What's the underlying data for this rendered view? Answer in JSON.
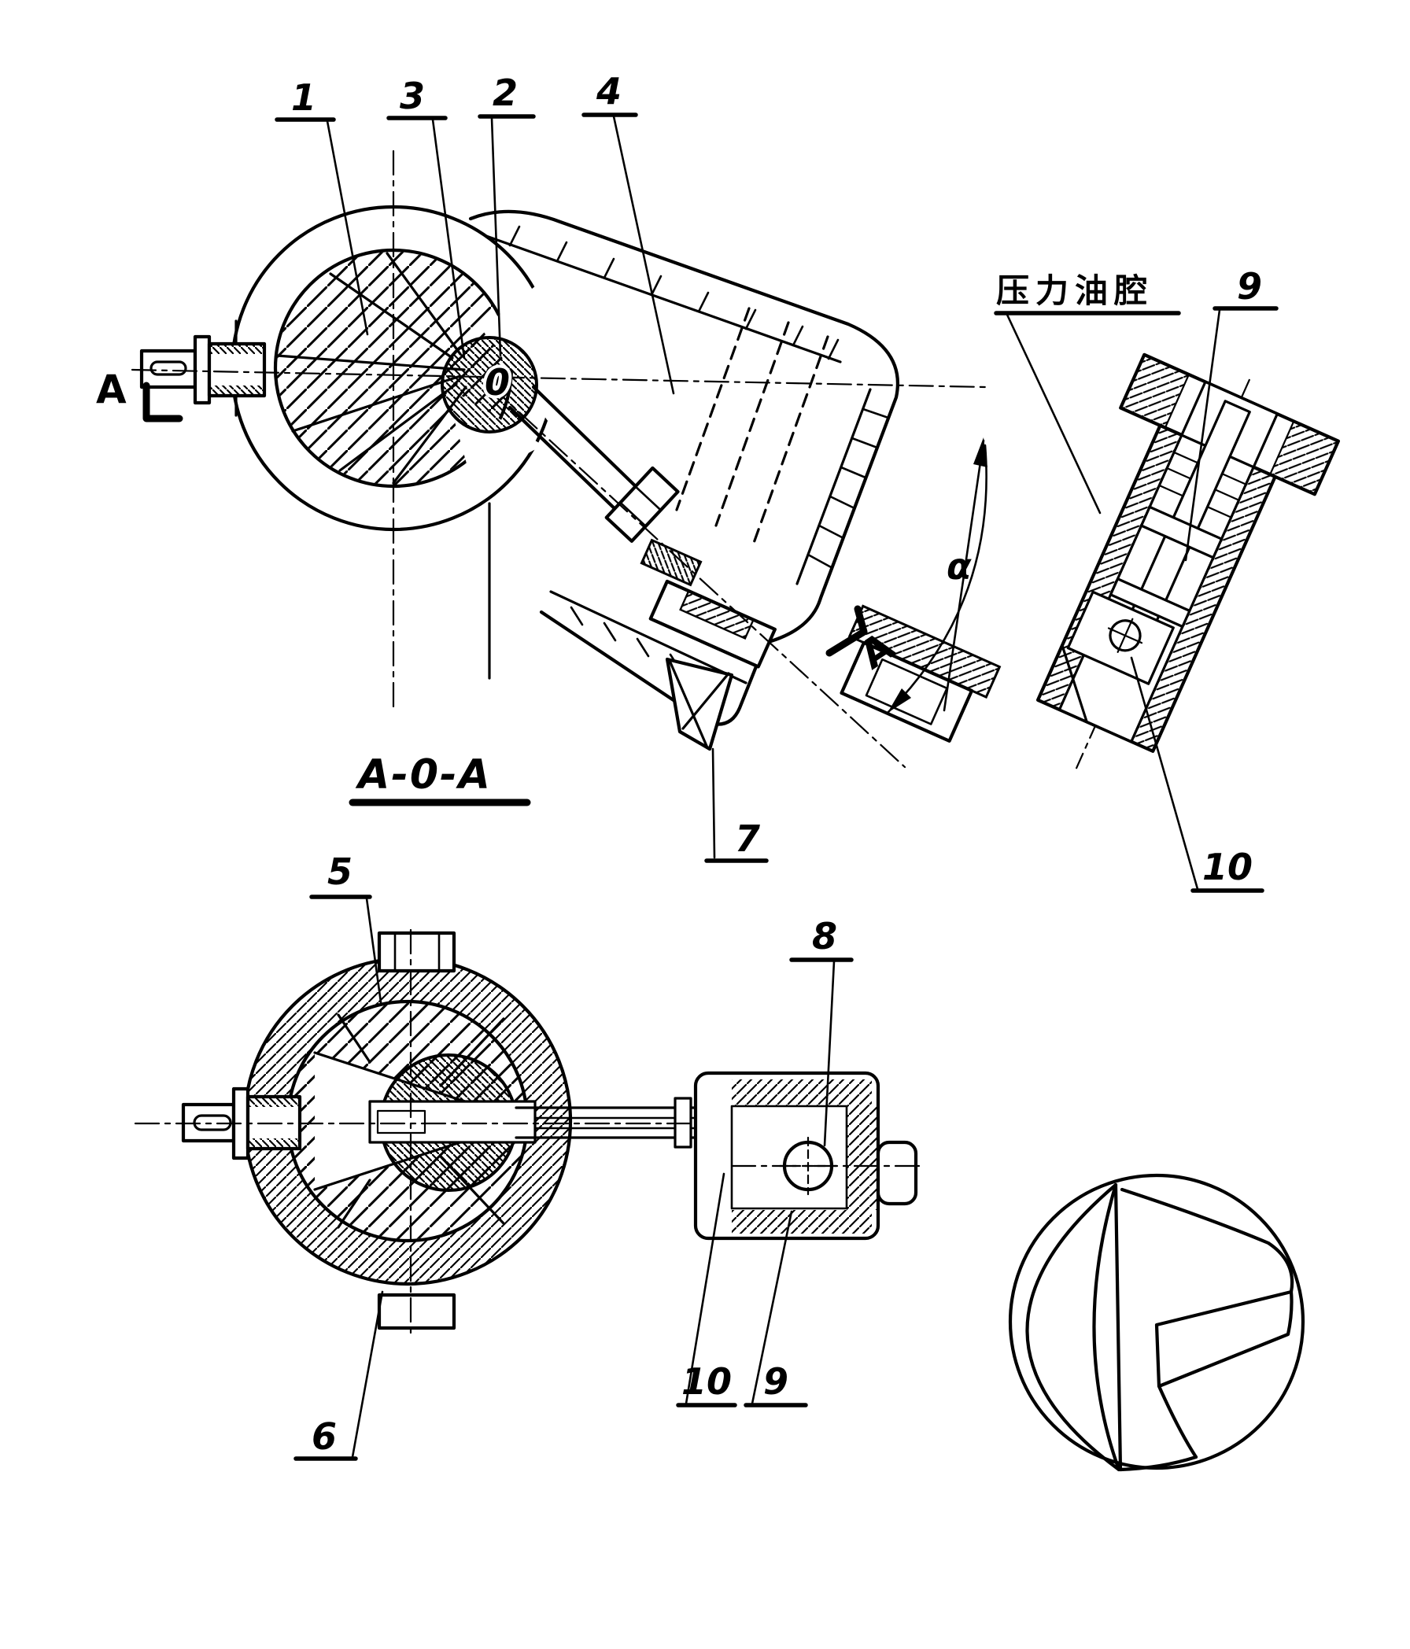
{
  "colors": {
    "ink": "#000000",
    "paper": "#ffffff"
  },
  "labels": {
    "callout_1": "1",
    "callout_2": "2",
    "callout_3": "3",
    "callout_4": "4",
    "callout_5": "5",
    "callout_6": "6",
    "callout_7": "7",
    "callout_8": "8",
    "callout_9": "9",
    "callout_10": "10",
    "section_title": "A-0-A",
    "axis_origin": "0",
    "angle_symbol": "α",
    "section_marker": "A",
    "pressure_chamber_label": "压力油腔"
  },
  "views": [
    {
      "name": "main-section",
      "visible_callouts": [
        "1",
        "3",
        "2",
        "4",
        "7"
      ],
      "markers": [
        "A",
        "0",
        "α",
        "A"
      ]
    },
    {
      "name": "pressure-chamber-detail",
      "visible_callouts": [
        "9",
        "10"
      ],
      "annotation": "压力油腔"
    },
    {
      "name": "lower-section",
      "visible_callouts": [
        "5",
        "8",
        "10",
        "9",
        "6"
      ],
      "title": "A-0-A"
    },
    {
      "name": "rotor-ball-part",
      "visible_callouts": []
    }
  ]
}
